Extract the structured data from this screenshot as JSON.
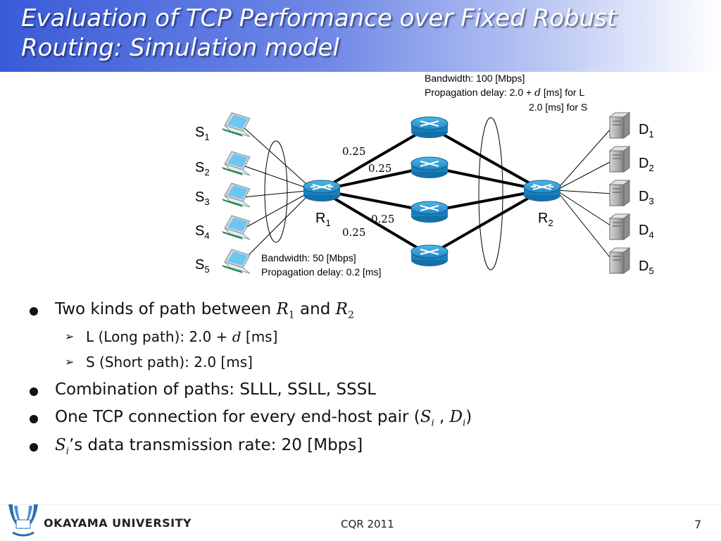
{
  "slide": {
    "title_line1": "Evaluation of TCP Performance over Fixed Robust",
    "title_line2": "Routing: Simulation model",
    "page_number": "7",
    "conference": "CQR 2011",
    "university": "OKAYAMA  UNIVERSITY"
  },
  "diagram": {
    "sources": [
      {
        "base": "S",
        "sub": "1"
      },
      {
        "base": "S",
        "sub": "2"
      },
      {
        "base": "S",
        "sub": "3"
      },
      {
        "base": "S",
        "sub": "4"
      },
      {
        "base": "S",
        "sub": "5"
      }
    ],
    "destinations": [
      {
        "base": "D",
        "sub": "1"
      },
      {
        "base": "D",
        "sub": "2"
      },
      {
        "base": "D",
        "sub": "3"
      },
      {
        "base": "D",
        "sub": "4"
      },
      {
        "base": "D",
        "sub": "5"
      }
    ],
    "router_left": {
      "base": "R",
      "sub": "1"
    },
    "router_right": {
      "base": "R",
      "sub": "2"
    },
    "link_weights": [
      "0.25",
      "0.25",
      "0.25",
      "0.25"
    ],
    "core_note": {
      "line1": "Bandwidth: 100 [Mbps]",
      "line2_pre": "Propagation delay: 2.0 + ",
      "line2_var": "d",
      "line2_post": " [ms] for L",
      "line3": "2.0 [ms] for S"
    },
    "access_note": {
      "line1": "Bandwidth: 50 [Mbps]",
      "line2": "Propagation delay: 0.2 [ms]"
    },
    "icons": {
      "host": "laptop-icon",
      "server": "server-icon",
      "router": "router-icon"
    }
  },
  "bullets": {
    "b1_pre": "Two kinds of path between ",
    "b1_r1_base": "R",
    "b1_r1_sub": "1",
    "b1_mid": " and ",
    "b1_r2_base": "R",
    "b1_r2_sub": "2",
    "b1a_pre": "L (Long path): 2.0 + ",
    "b1a_var": "d",
    "b1a_post": " [ms]",
    "b1b": "S (Short path): 2.0 [ms]",
    "b2": "Combination of paths: SLLL, SSLL, SSSL",
    "b3_pre": "One TCP connection for every end-host pair (",
    "b3_s": "S",
    "b3_s_sub": "i",
    "b3_comma": " , ",
    "b3_d": "D",
    "b3_d_sub": "i",
    "b3_post": ")",
    "b4_s": "S",
    "b4_s_sub": "i",
    "b4_post": "’s data transmission rate: 20 [Mbps]"
  }
}
